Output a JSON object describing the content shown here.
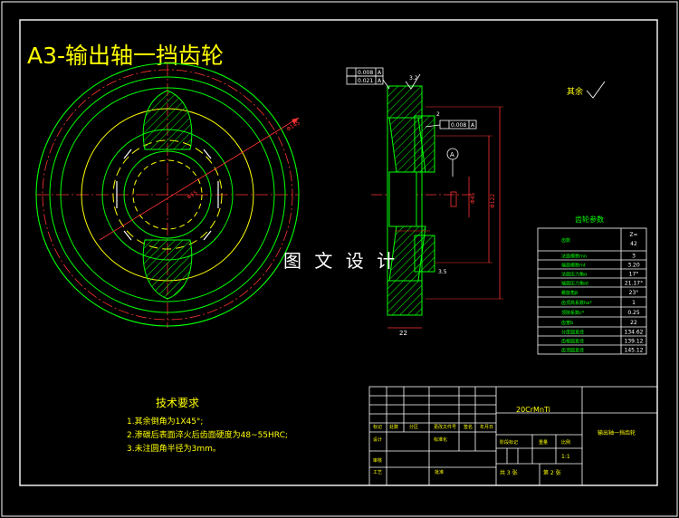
{
  "drawing": {
    "title": "A3-输出轴一挡齿轮",
    "watermark": "图 文 设 计",
    "roughness_note": "其余",
    "material": "20CrMnTi",
    "part_name": "输出轴一挡齿轮"
  },
  "gear_params": {
    "title": "齿轮参数",
    "rows": [
      {
        "label": "齿数",
        "value": "Z=\n42"
      },
      {
        "label": "法面模数mn",
        "value": "3"
      },
      {
        "label": "端面模数mt",
        "value": "3.20"
      },
      {
        "label": "法面压力角α",
        "value": "17°"
      },
      {
        "label": "端面压力角αt",
        "value": "21.17°"
      },
      {
        "label": "螺旋角β",
        "value": "23°"
      },
      {
        "label": "齿顶高系数ha*",
        "value": "1"
      },
      {
        "label": "顶隙系数c*",
        "value": "0.25"
      },
      {
        "label": "齿宽b",
        "value": "22"
      },
      {
        "label": "分度圆直径",
        "value": "134.62"
      },
      {
        "label": "齿根圆直径",
        "value": "139.12"
      },
      {
        "label": "齿顶圆直径",
        "value": "145.12"
      }
    ]
  },
  "tech_req": {
    "title": "技术要求",
    "items": [
      "1.其余倒角为1X45°;",
      "2.渗碳后表面淬火后齿面硬度为48~55HRC;",
      "3.未注圆角半径为3mm。"
    ]
  },
  "dims": {
    "tol1": "0.008",
    "tol1_ref": "A",
    "tol2": "0.021",
    "tol2_ref": "A",
    "tol3": "0.008",
    "tol3_ref": "A",
    "datum": "A",
    "rough": "3.2",
    "d_outer": "Φ145",
    "d_hub": "Φ122",
    "d_bore": "Φ45",
    "width": "22",
    "bore_r": "Φ55",
    "step1": "2",
    "step2": "3.5"
  },
  "title_block": {
    "labels": {
      "mark": "标记",
      "count": "处数",
      "zone": "分区",
      "change_doc": "更改文件号",
      "sign": "签名",
      "date": "年月日",
      "design": "设计",
      "standardize": "标准化",
      "phase_mark": "阶段标记",
      "weight": "重量",
      "scale": "比例",
      "review": "审核",
      "craft": "工艺",
      "approve": "批准"
    },
    "scale": "1:1",
    "sheets_total": "共 3 张",
    "sheet_no": "第 2 张"
  },
  "colors": {
    "frame": "#ffffff",
    "gear_circle": "#00ff00",
    "hub_circle": "#ffff00",
    "dim": "#ff2020",
    "center": "#ff3333",
    "text": "#ffff00",
    "hatch": "#00ff00"
  }
}
